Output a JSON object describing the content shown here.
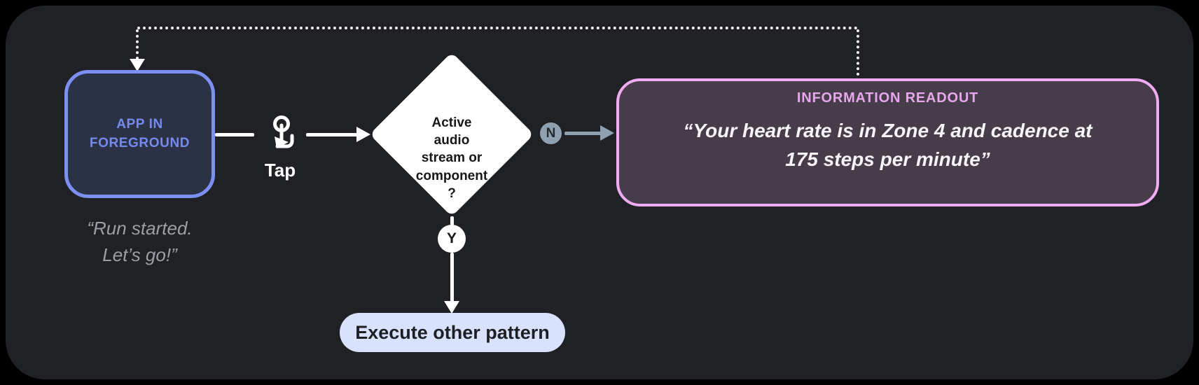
{
  "diagram": {
    "app_box": {
      "label": "APP IN FOREGROUND",
      "caption": "“Run started.\nLet’s go!”"
    },
    "tap": {
      "label": "Tap",
      "icon": "tap-gesture-icon"
    },
    "decision": {
      "label": "Active\naudio\nstream or\ncomponent\n?"
    },
    "branches": {
      "no_label": "N",
      "yes_label": "Y"
    },
    "readout": {
      "title": "INFORMATION READOUT",
      "body": "“Your heart rate is in Zone 4 and cadence at\n175 steps per minute”"
    },
    "action": {
      "label": "Execute other pattern"
    },
    "colors": {
      "panel_background": "#202124",
      "app_box_border": "#7c8ff2",
      "app_box_fill": "#2b3245",
      "app_box_text": "#7689ee",
      "caption_text": "#9aa0a6",
      "diamond_fill": "#ffffff",
      "no_branch": "#8fa1b0",
      "readout_border": "#f0abf2",
      "readout_fill": "#473c4a",
      "readout_title": "#e6a7ec",
      "action_pill_fill": "#d9e2fc"
    }
  }
}
